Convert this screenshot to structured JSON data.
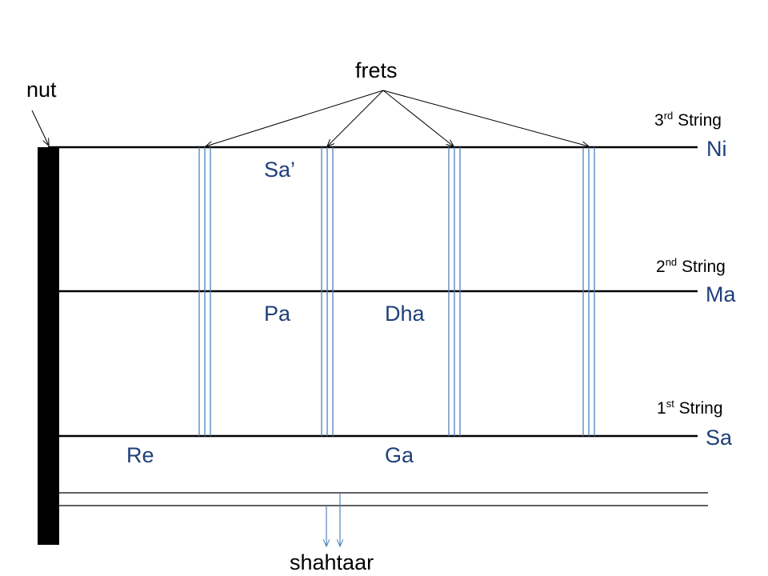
{
  "labels": {
    "frets": "frets",
    "nut": "nut",
    "shahtaar": "shahtaar"
  },
  "strings": [
    {
      "num": "3",
      "suffix": "rd",
      "word": "String",
      "open_note": "Ni"
    },
    {
      "num": "2",
      "suffix": "nd",
      "word": "String",
      "open_note": "Ma"
    },
    {
      "num": "1",
      "suffix": "st",
      "word": "String",
      "open_note": "Sa"
    }
  ],
  "notes": {
    "string3_fret2": "Sa’",
    "string2_fret2": "Pa",
    "string2_fret3": "Dha",
    "string1_fret1": "Re",
    "string1_fret3": "Ga"
  },
  "colors": {
    "line": "#000000",
    "fret": "#4f81bd",
    "note_text": "#1f3f7a"
  }
}
